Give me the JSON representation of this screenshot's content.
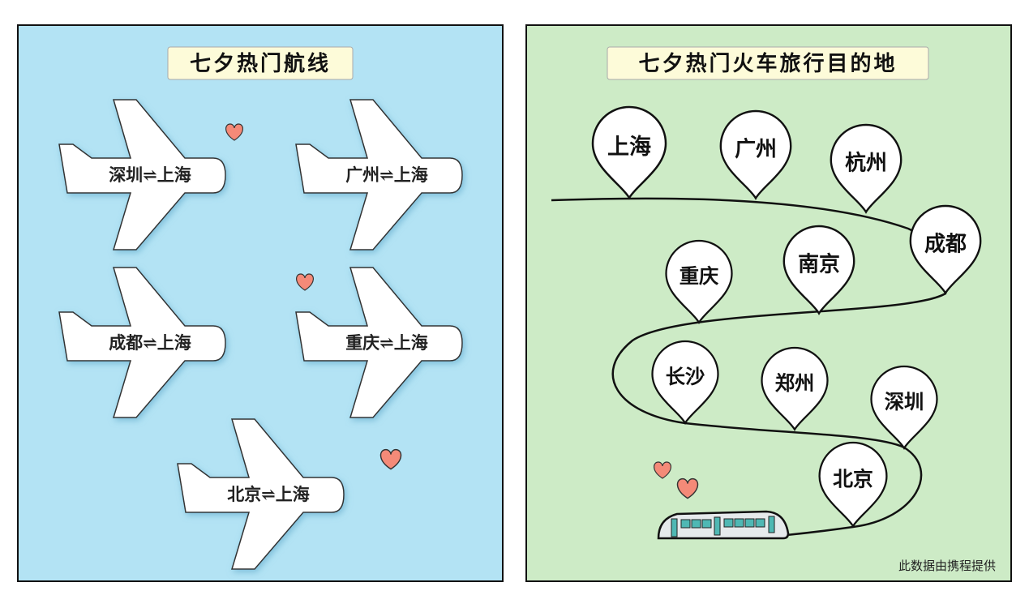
{
  "flights": {
    "title": "七夕热门航线",
    "routes": [
      "深圳⇌上海",
      "广州⇌上海",
      "成都⇌上海",
      "重庆⇌上海",
      "北京⇌上海"
    ]
  },
  "trains": {
    "title": "七夕热门火车旅行目的地",
    "destinations": [
      "上海",
      "广州",
      "杭州",
      "成都",
      "重庆",
      "南京",
      "长沙",
      "郑州",
      "深圳",
      "北京"
    ]
  },
  "source": "此数据由携程提供",
  "colors": {
    "left_bg": "#b3e3f4",
    "right_bg": "#cdebc6",
    "title_bg": "#fdfbd9",
    "heart": "#f48a78",
    "train_window": "#4fb8b4"
  }
}
